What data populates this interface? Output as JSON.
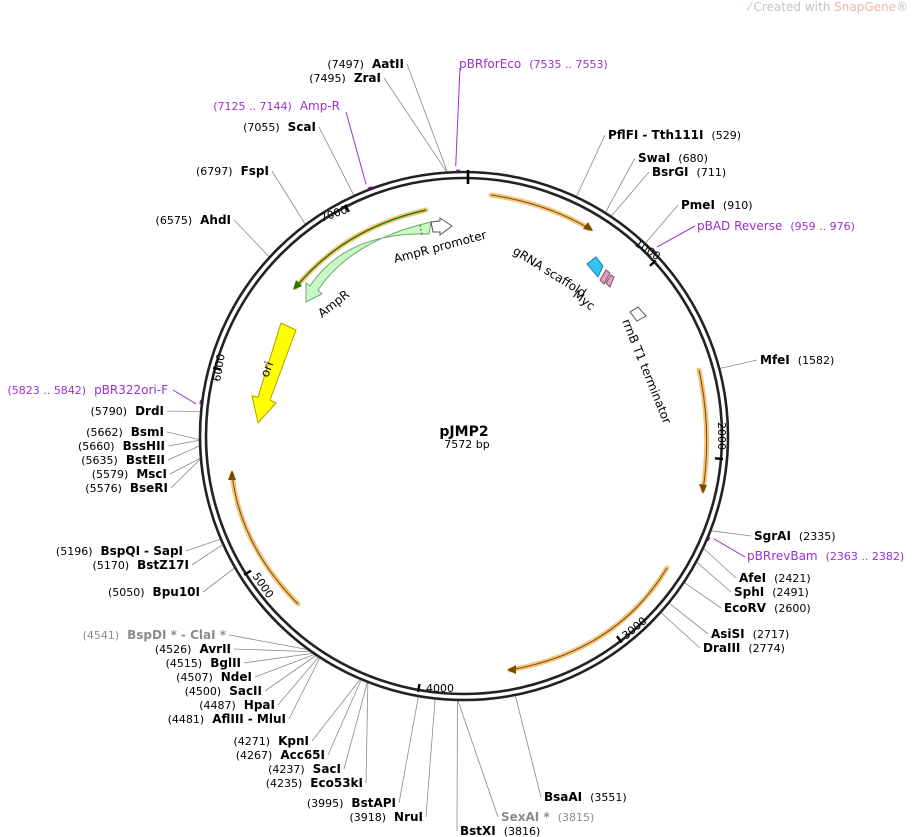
{
  "watermark": {
    "prefix": "Created with ",
    "brand": "SnapGene",
    "suffix": "®"
  },
  "plasmid": {
    "name": "pJMP2",
    "length_label": "7572 bp",
    "length": 7572
  },
  "ticks": [
    {
      "bp": 1000,
      "label": "1000"
    },
    {
      "bp": 2000,
      "label": "2000"
    },
    {
      "bp": 3000,
      "label": "3000"
    },
    {
      "bp": 4000,
      "label": "4000"
    },
    {
      "bp": 5000,
      "label": "5000"
    },
    {
      "bp": 6000,
      "label": "6000"
    },
    {
      "bp": 7000,
      "label": "7000"
    }
  ],
  "sites": [
    {
      "bp": 7497,
      "name": "AatII",
      "pos": "(7497)"
    },
    {
      "bp": 7495,
      "name": "ZraI",
      "pos": "(7495)"
    },
    {
      "bp": 7055,
      "name": "ScaI",
      "pos": "(7055)"
    },
    {
      "bp": 6797,
      "name": "FspI",
      "pos": "(6797)"
    },
    {
      "bp": 6575,
      "name": "AhdI",
      "pos": "(6575)"
    },
    {
      "bp": 529,
      "name": "PflFI",
      "name2": "Tth111I",
      "pos": "(529)"
    },
    {
      "bp": 680,
      "name": "SwaI",
      "pos": "(680)"
    },
    {
      "bp": 711,
      "name": "BsrGI",
      "pos": "(711)"
    },
    {
      "bp": 910,
      "name": "PmeI",
      "pos": "(910)"
    },
    {
      "bp": 1582,
      "name": "MfeI",
      "pos": "(1582)"
    },
    {
      "bp": 2335,
      "name": "SgrAI",
      "pos": "(2335)"
    },
    {
      "bp": 2421,
      "name": "AfeI",
      "pos": "(2421)"
    },
    {
      "bp": 2491,
      "name": "SphI",
      "pos": "(2491)"
    },
    {
      "bp": 2600,
      "name": "EcoRV",
      "pos": "(2600)"
    },
    {
      "bp": 2717,
      "name": "AsiSI",
      "pos": "(2717)"
    },
    {
      "bp": 2774,
      "name": "DraIII",
      "pos": "(2774)"
    },
    {
      "bp": 3551,
      "name": "BsaAI",
      "pos": "(3551)"
    },
    {
      "bp": 3815,
      "name": "SexAI *",
      "pos": "(3815)",
      "dim": true
    },
    {
      "bp": 3816,
      "name": "BstXI",
      "pos": "(3816)"
    },
    {
      "bp": 3918,
      "name": "NruI",
      "pos": "(3918)"
    },
    {
      "bp": 3995,
      "name": "BstAPI",
      "pos": "(3995)"
    },
    {
      "bp": 4235,
      "name": "Eco53kI",
      "pos": "(4235)"
    },
    {
      "bp": 4237,
      "name": "SacI",
      "pos": "(4237)"
    },
    {
      "bp": 4267,
      "name": "Acc65I",
      "pos": "(4267)"
    },
    {
      "bp": 4271,
      "name": "KpnI",
      "pos": "(4271)"
    },
    {
      "bp": 4481,
      "name": "AflIII",
      "name2": "MluI",
      "pos": "(4481)"
    },
    {
      "bp": 4487,
      "name": "HpaI",
      "pos": "(4487)"
    },
    {
      "bp": 4500,
      "name": "SacII",
      "pos": "(4500)"
    },
    {
      "bp": 4507,
      "name": "NdeI",
      "pos": "(4507)"
    },
    {
      "bp": 4515,
      "name": "BglII",
      "pos": "(4515)"
    },
    {
      "bp": 4526,
      "name": "AvrII",
      "pos": "(4526)"
    },
    {
      "bp": 4541,
      "name": "BspDI *",
      "name2": "ClaI *",
      "pos": "(4541)",
      "dim": true
    },
    {
      "bp": 5050,
      "name": "Bpu10I",
      "pos": "(5050)"
    },
    {
      "bp": 5170,
      "name": "BstZ17I",
      "pos": "(5170)"
    },
    {
      "bp": 5196,
      "name": "BspQI",
      "name2": "SapI",
      "pos": "(5196)"
    },
    {
      "bp": 5576,
      "name": "BseRI",
      "pos": "(5576)"
    },
    {
      "bp": 5579,
      "name": "MscI",
      "pos": "(5579)"
    },
    {
      "bp": 5635,
      "name": "BstEII",
      "pos": "(5635)"
    },
    {
      "bp": 5660,
      "name": "BssHII",
      "pos": "(5660)"
    },
    {
      "bp": 5662,
      "name": "BsmI",
      "pos": "(5662)"
    },
    {
      "bp": 5790,
      "name": "DrdI",
      "pos": "(5790)"
    }
  ],
  "primers": [
    {
      "bp": 7535,
      "name": "pBRforEco",
      "pos": "(7535 .. 7553)"
    },
    {
      "bp": 7125,
      "name": "Amp-R",
      "pos": "(7125 .. 7144)"
    },
    {
      "bp": 959,
      "name": "pBAD Reverse",
      "pos": "(959 .. 976)"
    },
    {
      "bp": 2363,
      "name": "pBRrevBam",
      "pos": "(2363 .. 2382)"
    },
    {
      "bp": 5823,
      "name": "pBR322ori-F",
      "pos": "(5823 .. 5842)"
    }
  ],
  "features": [
    {
      "name": "AmpR promoter",
      "color": "#c8f7c8",
      "stroke": "#6fa86f"
    },
    {
      "name": "AmpR",
      "color": "#c8f7c8",
      "stroke": "#6fa86f"
    },
    {
      "name": "ori",
      "color": "#ffff00",
      "stroke": "#b3a000"
    },
    {
      "name": "gRNA scaffold",
      "color": "#33c6f2",
      "stroke": "#1a7fa8"
    },
    {
      "name": "Myc",
      "color": "#e0a0c0",
      "stroke": "#8a4a6a"
    },
    {
      "name": "rrnB T1 terminator",
      "color": "#ffffff",
      "stroke": "#555555"
    }
  ],
  "colors": {
    "orf": "#f3c47c",
    "orf_line": "#7a4a00",
    "primer": "#9b2fcf",
    "backbone": "#222222"
  }
}
